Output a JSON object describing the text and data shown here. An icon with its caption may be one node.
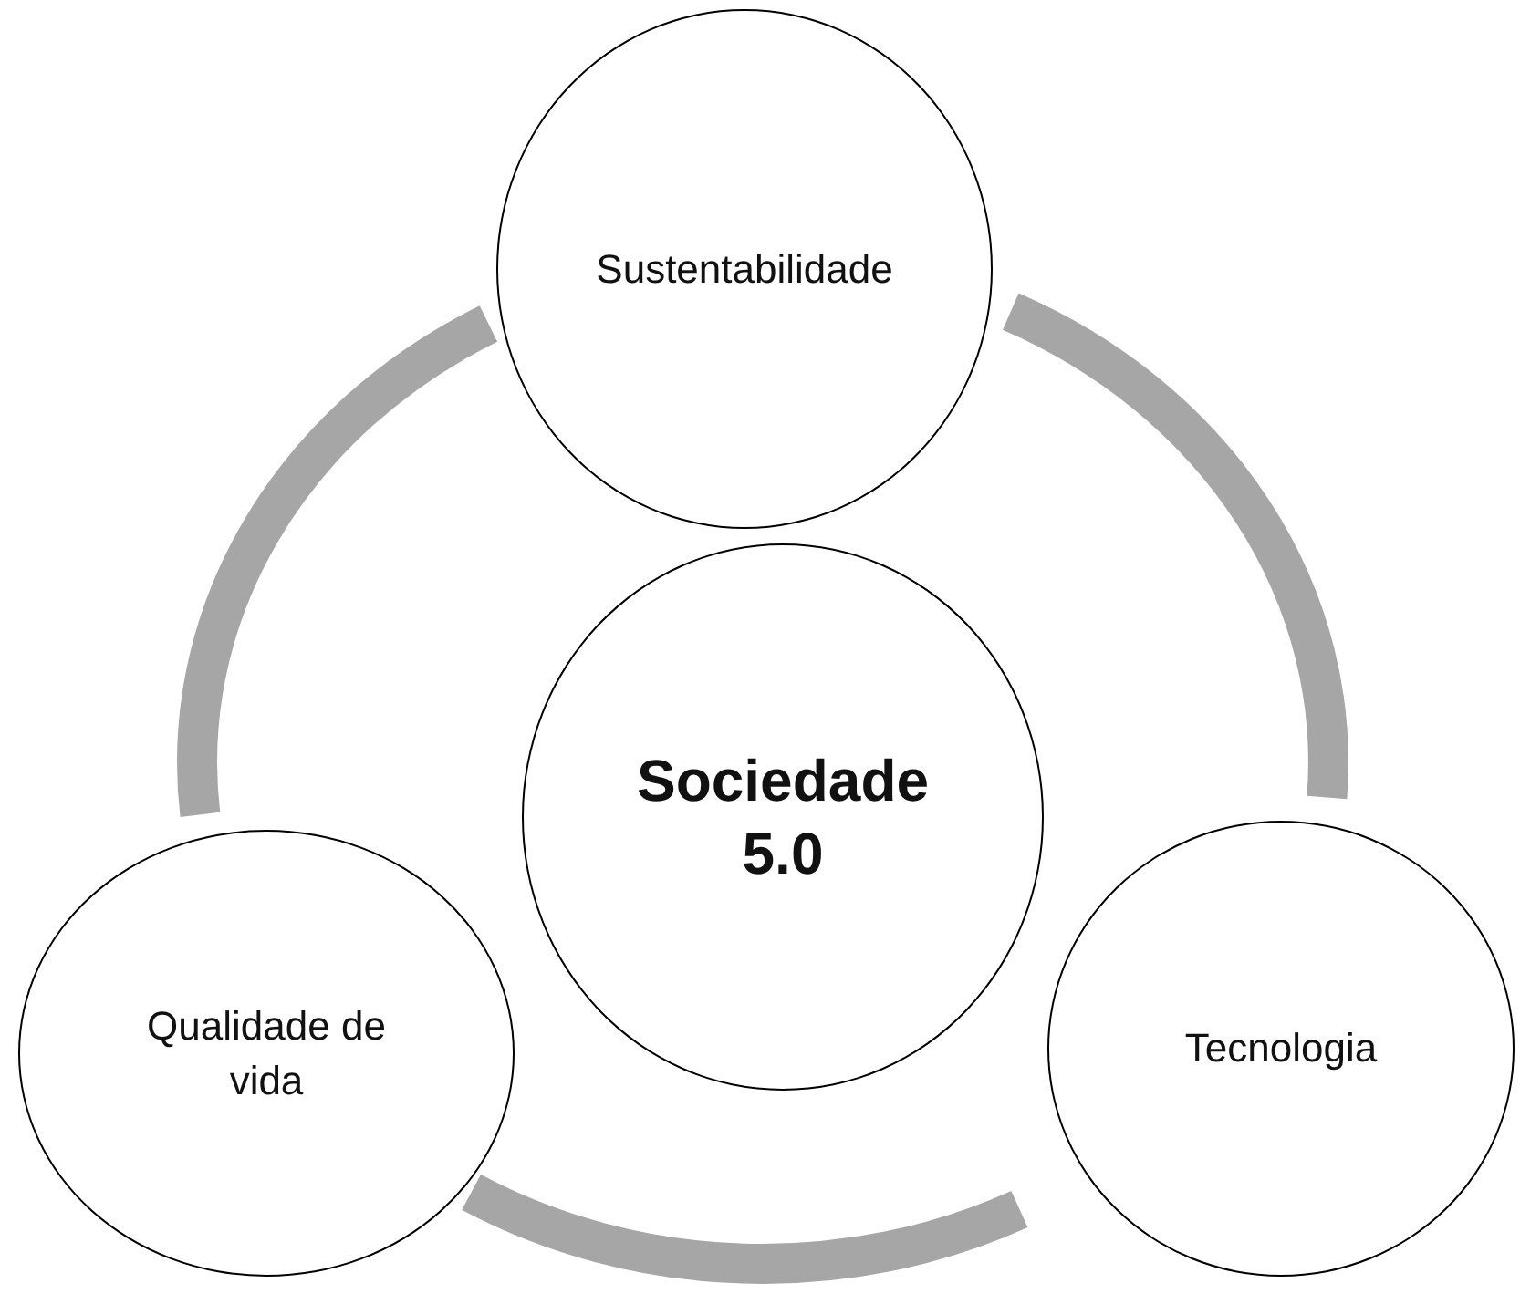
{
  "diagram": {
    "nodes": [
      {
        "text": [
          "Sustentabilidade"
        ]
      },
      {
        "text": [
          "Sociedade 5.0"
        ]
      },
      {
        "text": [
          "Qualidade de vida"
        ]
      },
      {
        "text": [
          "Tecnologia"
        ]
      }
    ],
    "edges": [
      {
        "from": 0,
        "to": 3,
        "arrow": "none"
      },
      {
        "from": 3,
        "to": 2,
        "arrow": "none"
      },
      {
        "from": 2,
        "to": 0,
        "arrow": "none"
      }
    ]
  }
}
